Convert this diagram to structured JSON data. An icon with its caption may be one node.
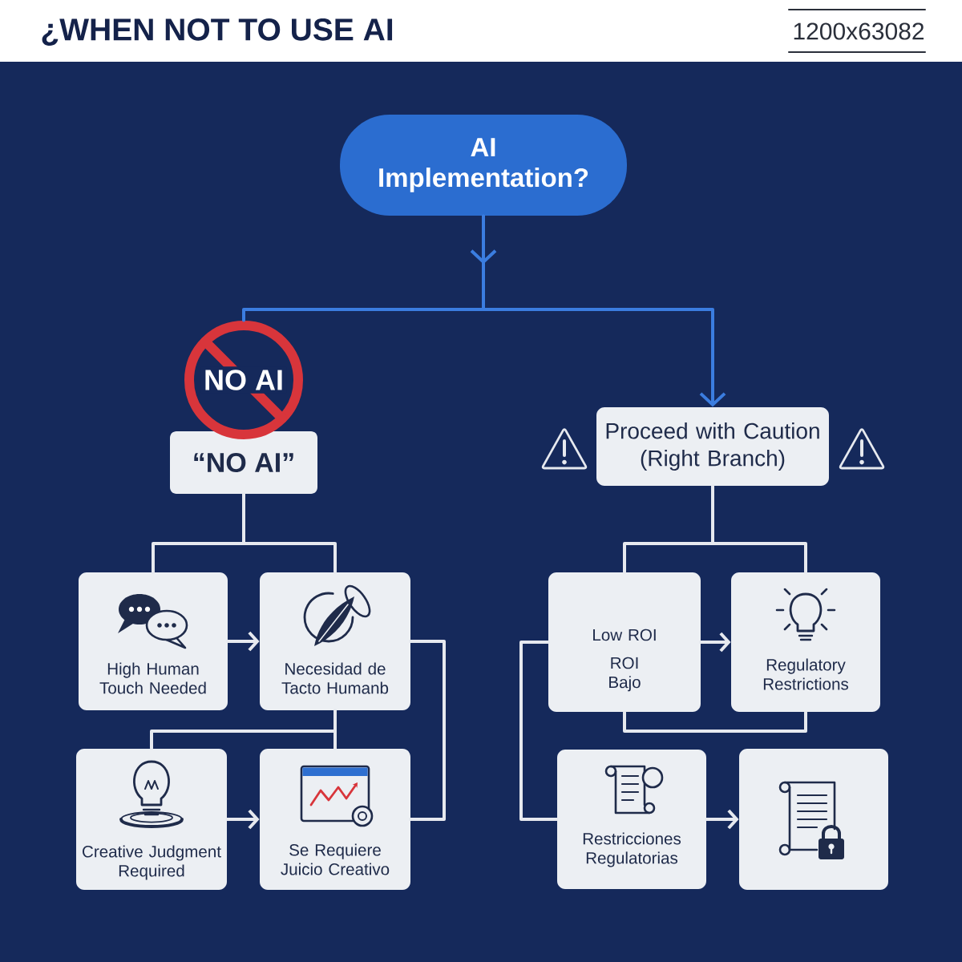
{
  "diagram": {
    "title": "¿WHEN NOT TO USE AI",
    "nodes": [
      {
        "text": [
          "AI Implementation?"
        ]
      },
      {
        "text": [
          "NO AI"
        ]
      },
      {
        "text": [
          "“NO AI”"
        ]
      },
      {
        "text": [
          "Proceed with Caution (Right Branch)"
        ]
      },
      {
        "text": [
          "High Human Touch Needed"
        ]
      },
      {
        "text": [
          "Necesidad de Tacto Humanb"
        ]
      },
      {
        "text": [
          "Creative Judgment Required"
        ]
      },
      {
        "text": [
          "Se Requiere Juicio Creativo"
        ]
      },
      {
        "text": [
          "Low ROI",
          "ROI Bajo"
        ]
      },
      {
        "text": [
          "Regulatory Restrictions"
        ]
      },
      {
        "text": [
          "Restricciones Regulatorias"
        ]
      },
      {
        "text": [],
        "shape": "box"
      }
    ],
    "edges": [
      {
        "from": 0,
        "to": 1,
        "arrow": "to",
        "color": "#3b7de0"
      },
      {
        "from": 0,
        "to": 3,
        "arrow": "to",
        "color": "#3b7de0"
      },
      {
        "from": 2,
        "to": 4,
        "arrow": "none"
      },
      {
        "from": 2,
        "to": 5,
        "arrow": "none"
      },
      {
        "from": 4,
        "to": 5,
        "arrow": "to"
      },
      {
        "from": 5,
        "to": 6,
        "arrow": "none"
      },
      {
        "from": 5,
        "to": 7,
        "arrow": "none"
      },
      {
        "from": 5,
        "to": 7,
        "arrow": "none"
      },
      {
        "from": 6,
        "to": 7,
        "arrow": "to"
      },
      {
        "from": 3,
        "to": 8,
        "arrow": "none"
      },
      {
        "from": 3,
        "to": 9,
        "arrow": "none"
      },
      {
        "from": 8,
        "to": 9,
        "arrow": "to"
      },
      {
        "from": 8,
        "to": 9,
        "arrow": "none"
      },
      {
        "from": 8,
        "to": 10,
        "arrow": "none"
      },
      {
        "from": 10,
        "to": 11,
        "arrow": "to"
      }
    ],
    "labels": [
      "1200x63082"
    ]
  }
}
